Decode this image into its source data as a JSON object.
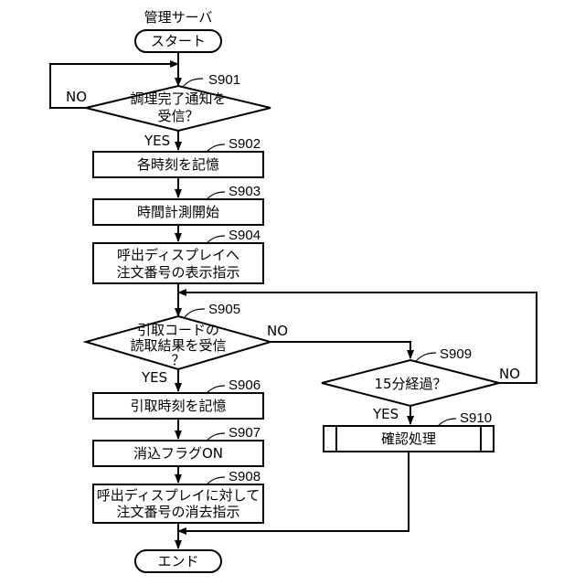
{
  "header": {
    "title": "管理サーバ"
  },
  "terminals": {
    "start": "スタート",
    "end": "エンド"
  },
  "steps": {
    "s901": {
      "id": "S901",
      "line1": "調理完了通知を",
      "line2": "受信？"
    },
    "s902": {
      "id": "S902",
      "text": "各時刻を記憶"
    },
    "s903": {
      "id": "S903",
      "text": "時間計測開始"
    },
    "s904": {
      "id": "S904",
      "line1": "呼出ディスプレイへ",
      "line2": "注文番号の表示指示"
    },
    "s905": {
      "id": "S905",
      "line1": "引取コードの",
      "line2": "読取結果を受信",
      "line3": "？"
    },
    "s906": {
      "id": "S906",
      "text": "引取時刻を記憶"
    },
    "s907": {
      "id": "S907",
      "text": "消込フラグON"
    },
    "s908": {
      "id": "S908",
      "line1": "呼出ディスプレイに対して",
      "line2": "注文番号の消去指示"
    },
    "s909": {
      "id": "S909",
      "text": "15分経過？"
    },
    "s910": {
      "id": "S910",
      "text": "確認処理"
    }
  },
  "branches": {
    "s901_no": "NO",
    "s901_yes": "YES",
    "s905_no": "NO",
    "s905_yes": "YES",
    "s909_no": "NO",
    "s909_yes": "YES"
  }
}
